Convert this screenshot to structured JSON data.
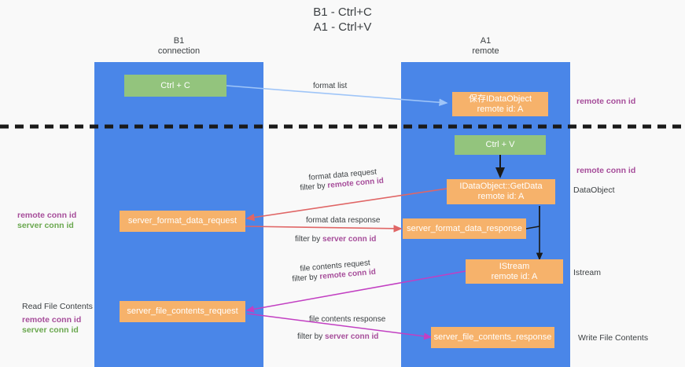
{
  "title": {
    "line1": "B1 - Ctrl+C",
    "line2": "A1 - Ctrl+V"
  },
  "lanes": [
    {
      "id": "b1",
      "name": "B1",
      "role": "connection"
    },
    {
      "id": "a1",
      "name": "A1",
      "role": "remote"
    }
  ],
  "nodes": {
    "ctrl_c": {
      "label": "Ctrl + C",
      "color": "#93c47d"
    },
    "save_idataobject": {
      "line1": "保存IDataObject",
      "line2": "remote id: A",
      "color": "#f6b26b"
    },
    "ctrl_v": {
      "label": "Ctrl + V",
      "color": "#93c47d"
    },
    "getdata": {
      "line1": "IDataObject::GetData",
      "line2": "remote id: A",
      "color": "#f6b26b"
    },
    "server_format_data_request": {
      "label": "server_format_data_request",
      "color": "#f6b26b"
    },
    "server_format_data_response": {
      "label": "server_format_data_response",
      "color": "#f6b26b"
    },
    "istream": {
      "line1": "IStream",
      "line2": "remote id: A",
      "color": "#f6b26b"
    },
    "server_file_contents_request": {
      "label": "server_file_contents_request",
      "color": "#f6b26b"
    },
    "server_file_contents_response": {
      "label": "server_file_contents_response",
      "color": "#f6b26b"
    }
  },
  "edges": {
    "format_list": "format list",
    "format_data_request": "format data request",
    "format_data_request_filter_prefix": "filter by ",
    "format_data_request_filter_key": "remote conn id",
    "format_data_response": "format data response",
    "format_data_response_filter_prefix": "filter by ",
    "format_data_response_filter_key": "server conn id",
    "file_contents_request": "file contents request",
    "file_contents_request_filter_prefix": "filter by ",
    "file_contents_request_filter_key": "remote conn id",
    "file_contents_response": "file contents response",
    "file_contents_response_filter_prefix": "filter by ",
    "file_contents_response_filter_key": "server conn id"
  },
  "annotations": {
    "right_remote_conn_id_top": "remote conn id",
    "right_remote_conn_id_mid": "remote conn id",
    "right_dataobject": "DataObject",
    "right_istream": "Istream",
    "right_write_file_contents": "Write File Contents",
    "left_remote_conn_id_1": "remote conn id",
    "left_server_conn_id_1": "server conn id",
    "left_read_file_contents": "Read File Contents",
    "left_remote_conn_id_2": "remote conn id",
    "left_server_conn_id_2": "server conn id"
  },
  "colors": {
    "lane": "#4a86e8",
    "orange": "#f6b26b",
    "green": "#93c47d",
    "purple_text": "#a64d9a",
    "green_text": "#6aa84f",
    "arrow_blue": "#9fc5f8",
    "arrow_red": "#e06666",
    "arrow_magenta": "#c23fc2",
    "arrow_black": "#1a1a1a",
    "divider": "#1a1a1a"
  }
}
